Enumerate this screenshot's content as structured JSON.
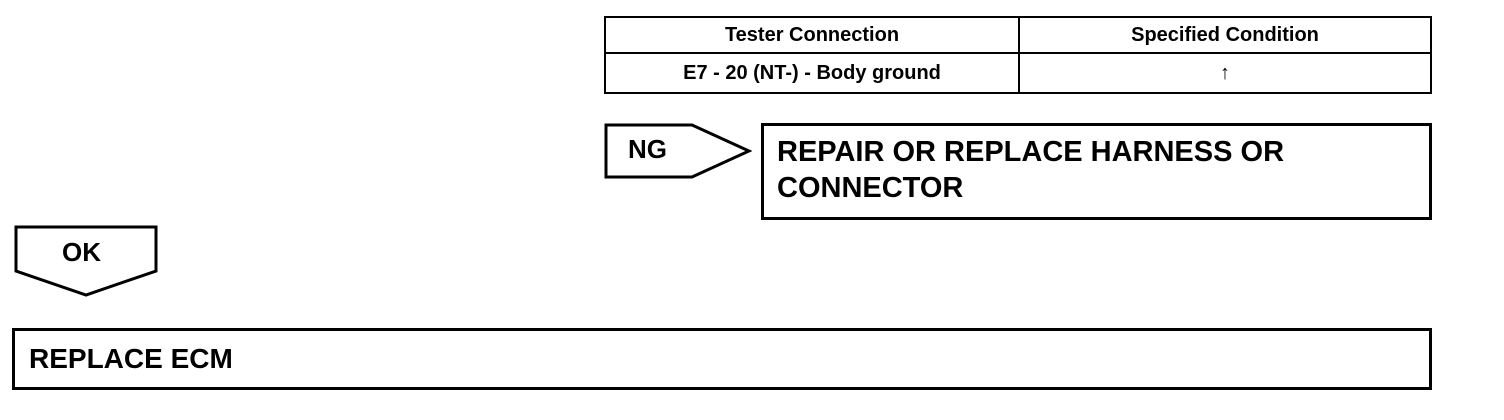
{
  "table": {
    "headers": [
      "Tester Connection",
      "Specified Condition"
    ],
    "rows": [
      [
        "E7 - 20 (NT-) - Body ground",
        "↑"
      ]
    ]
  },
  "ng_branch": {
    "label": "NG",
    "action_line1": "REPAIR OR REPLACE HARNESS OR",
    "action_line2": "CONNECTOR"
  },
  "ok_branch": {
    "label": "OK",
    "action": "REPLACE ECM"
  }
}
